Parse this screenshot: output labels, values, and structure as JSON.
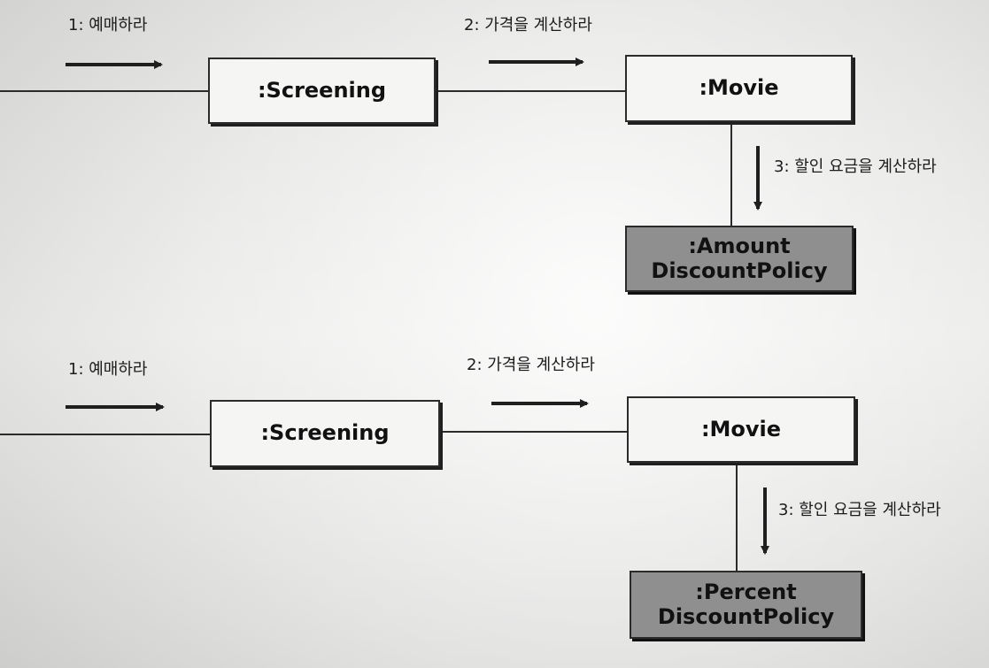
{
  "diagrams": [
    {
      "messages": {
        "m1": "1: 예매하라",
        "m2": "2: 가격을 계산하라",
        "m3": "3: 할인 요금을 계산하라"
      },
      "boxes": {
        "screening": ":Screening",
        "movie": ":Movie",
        "policy": ":Amount\nDiscountPolicy"
      }
    },
    {
      "messages": {
        "m1": "1: 예매하라",
        "m2": "2: 가격을 계산하라",
        "m3": "3: 할인 요금을 계산하라"
      },
      "boxes": {
        "screening": ":Screening",
        "movie": ":Movie",
        "policy": ":Percent\nDiscountPolicy"
      }
    }
  ]
}
